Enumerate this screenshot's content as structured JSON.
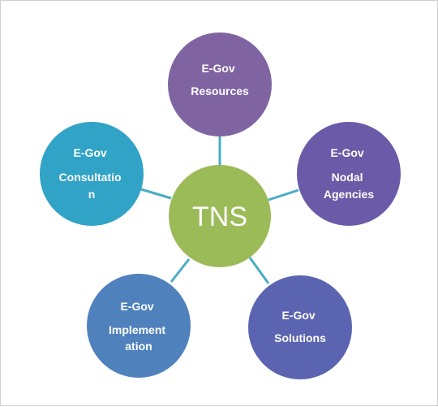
{
  "diagram": {
    "center": {
      "label": "TNS",
      "color": "#9bbb59"
    },
    "connector_color": "#4bacc6",
    "nodes": [
      {
        "id": "resources",
        "lines": [
          "E-Gov",
          "Resources"
        ],
        "color": "#8064a2"
      },
      {
        "id": "nodal-agencies",
        "lines": [
          "E-Gov",
          "Nodal",
          "Agencies"
        ],
        "color": "#6a5aa8"
      },
      {
        "id": "solutions",
        "lines": [
          "E-Gov",
          "Solutions"
        ],
        "color": "#5a64b0"
      },
      {
        "id": "implementation",
        "lines": [
          "E-Gov",
          "Implement",
          "ation"
        ],
        "color": "#4f81bd"
      },
      {
        "id": "consultation",
        "lines": [
          "E-Gov",
          "Consultatio",
          "n"
        ],
        "color": "#31a3c6"
      }
    ]
  }
}
